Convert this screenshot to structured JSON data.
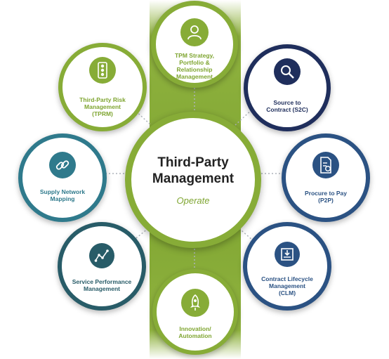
{
  "center": {
    "title_line1": "Third-Party",
    "title_line2": "Management",
    "subtitle": "Operate"
  },
  "colors": {
    "green": "#87ac37",
    "navy": "#1f2e5c",
    "blue": "#2b5283",
    "teal": "#2f7a8c",
    "darkteal": "#285c68"
  },
  "nodes": {
    "tpm": {
      "line1": "TPM Strategy,",
      "line2": "Portfolio & Relationship",
      "line3": "Management",
      "icon": "person-icon"
    },
    "tprm": {
      "line1": "Third-Party Risk",
      "line2": "Management",
      "line3": "(TPRM)",
      "icon": "traffic-light-icon"
    },
    "s2c": {
      "line1": "Source to",
      "line2": "Contract (S2C)",
      "icon": "magnifier-icon"
    },
    "supply": {
      "line1": "Supply Network",
      "line2": "Mapping",
      "icon": "link-icon"
    },
    "p2p": {
      "line1": "Procure to Pay",
      "line2": "(P2P)",
      "icon": "invoice-icon"
    },
    "spm": {
      "line1": "Service Performance",
      "line2": "Management",
      "icon": "line-graph-icon"
    },
    "clm": {
      "line1": "Contract Lifecycle",
      "line2": "Management",
      "line3": "(CLM)",
      "icon": "inbox-download-icon"
    },
    "innovation": {
      "line1": "Innovation/",
      "line2": "Automation",
      "icon": "rocket-icon"
    }
  }
}
